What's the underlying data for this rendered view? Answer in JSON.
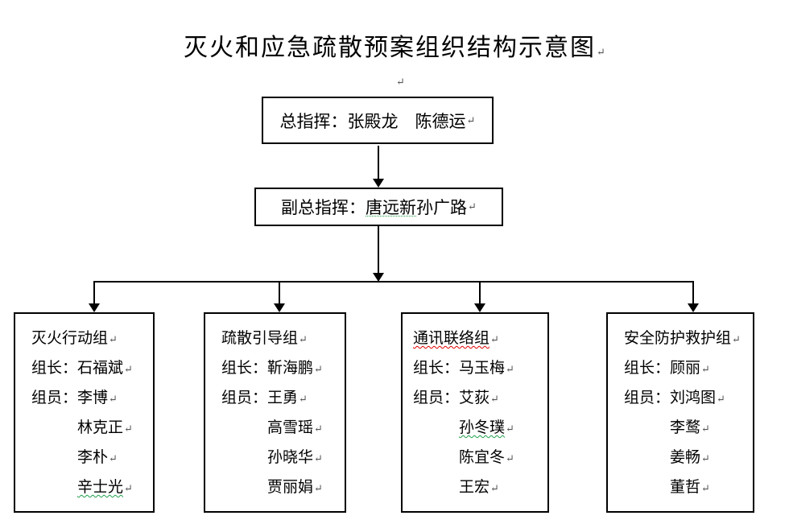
{
  "marks": {
    "pilcrow": "↵"
  },
  "title": "灭火和应急疏散预案组织结构示意图",
  "chart": {
    "commander": "总指挥：张殿龙　陈德运",
    "deputy": {
      "label": "副总指挥：",
      "name1": "唐远新",
      "name2": " 孙广路"
    },
    "groups": [
      {
        "name": "灭火行动组",
        "leader": "组长：石福斌",
        "member_head": "组员：李博",
        "members": [
          "林克正",
          "李朴",
          "辛士光"
        ]
      },
      {
        "name": "疏散引导组",
        "leader": "组长：靳海鹏",
        "member_head": "组员：王勇",
        "members": [
          "高雪瑶",
          "孙晓华",
          "贾丽娟"
        ]
      },
      {
        "name": "通讯联络组",
        "leader": "组长：马玉梅",
        "member_head": "组员：艾荻",
        "members": [
          "孙冬璞",
          "陈宜冬",
          "王宏"
        ]
      },
      {
        "name": "安全防护救护组",
        "leader": "组长：顾丽",
        "member_head": "组员：刘鸿图",
        "members": [
          "李鹜",
          "姜畅",
          "董哲"
        ]
      }
    ]
  }
}
